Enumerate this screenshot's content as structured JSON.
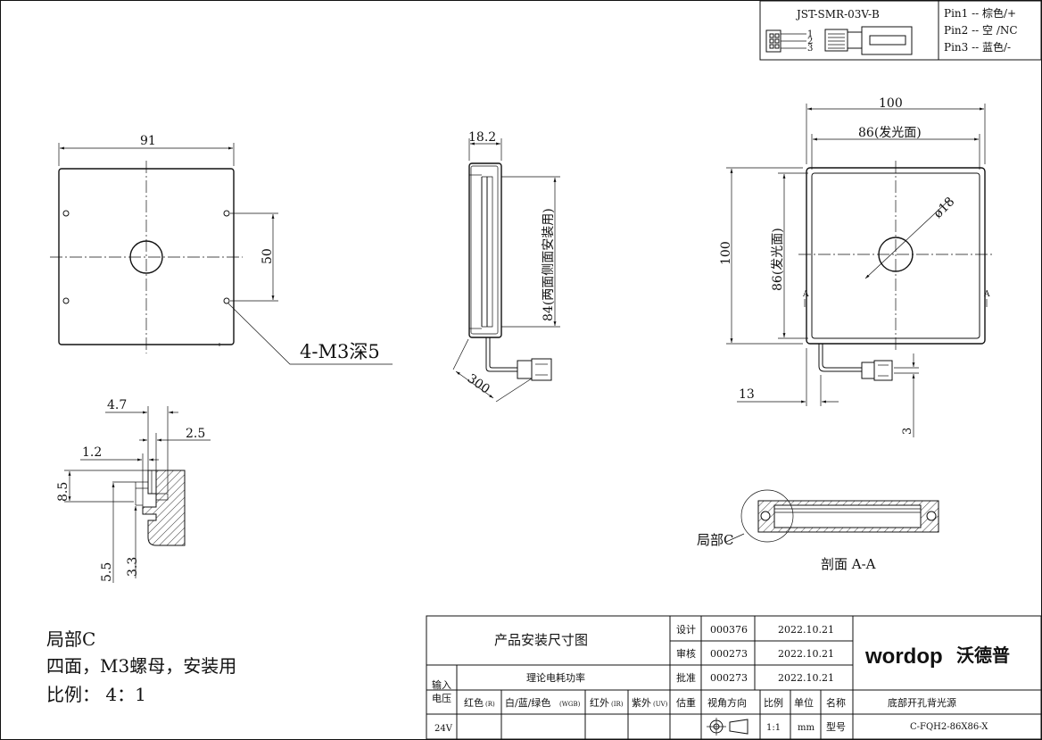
{
  "connector": {
    "model": "JST-SMR-03V-B",
    "pin_numbers": [
      "1",
      "2",
      "3"
    ],
    "pins": [
      "Pin1 -- 棕色/+",
      "Pin2 -- 空 /NC",
      "Pin3 -- 蓝色/-"
    ]
  },
  "front_view": {
    "width_dim": "91",
    "hole_spacing_dim": "50",
    "thread_callout": "4-M3深5"
  },
  "side_view": {
    "thickness_dim": "18.2",
    "length_dim": "84(两面侧面安装用)",
    "cable_dim": "300"
  },
  "right_view": {
    "outer_width_dim": "100",
    "emit_width_dim": "86(发光面)",
    "outer_height_dim": "100",
    "emit_height_dim": "86(发光面)",
    "hole_dim": "ø18",
    "cable_offset_dim": "13",
    "cable_gap_dim": "3",
    "section_mark": "A"
  },
  "section": {
    "label": "剖面 A-A",
    "detail_label": "局部C"
  },
  "detail_c": {
    "dim_4_7": "4.7",
    "dim_2_5": "2.5",
    "dim_1_2": "1.2",
    "dim_8_5": "8.5",
    "dim_5_5": "5.5",
    "dim_3_3": "3.3"
  },
  "notes": {
    "line1": "局部C",
    "line2": "四面，M3螺母，安装用",
    "line3": "比例：   4：1"
  },
  "title_block": {
    "drawing_title": "产品安装尺寸图",
    "design_label": "设计",
    "design_no": "000376",
    "design_date": "2022.10.21",
    "review_label": "审核",
    "review_no": "000273",
    "review_date": "2022.10.21",
    "approve_label": "批准",
    "approve_no": "000273",
    "approve_date": "2022.10.21",
    "input_label_1": "输入",
    "input_label_2": "电压",
    "power_header": "理论电耗功率",
    "col_red": "红色",
    "col_red_sub": "(R)",
    "col_white": "白/蓝/绿色",
    "col_white_sub": "(WGB)",
    "col_ir": "红外",
    "col_ir_sub": "(IR)",
    "col_uv": "紫外",
    "col_uv_sub": "(UV)",
    "weight_label": "估重",
    "view_dir_label": "视角方向",
    "scale_label": "比例",
    "unit_label": "单位",
    "name_label": "名称",
    "voltage": "24V",
    "scale": "1:1",
    "unit": "mm",
    "model_label": "型号",
    "product_name": "底部开孔背光源",
    "model": "C-FQH2-86X86-X",
    "brand_latin": "wordop",
    "brand_cn": "沃德普"
  }
}
